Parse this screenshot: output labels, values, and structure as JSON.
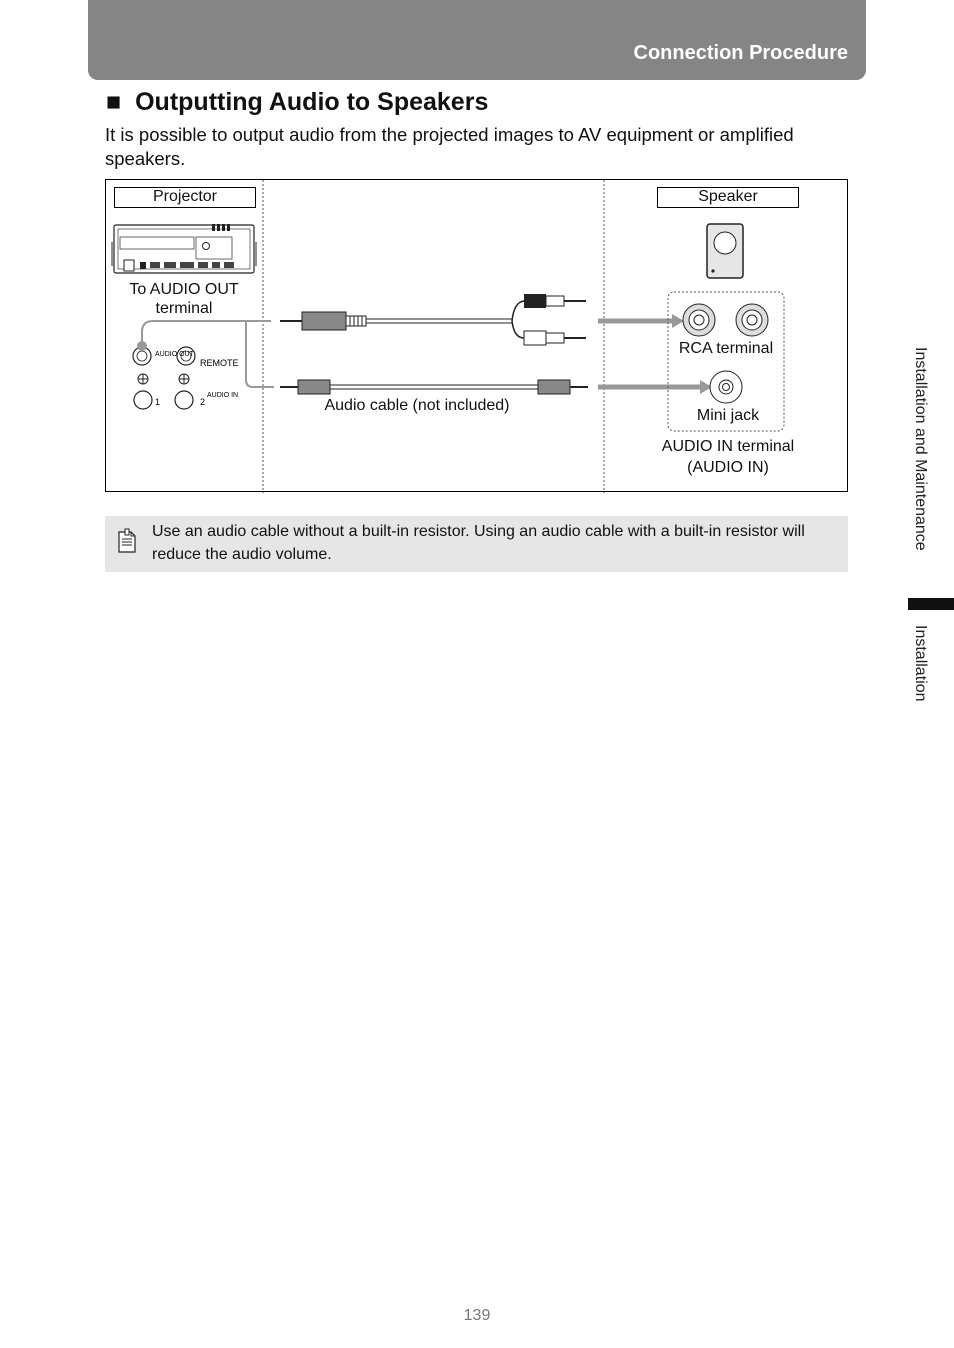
{
  "header": {
    "title": "Connection Procedure"
  },
  "section": {
    "bullet": "■",
    "title": "Outputting Audio to Speakers",
    "intro": "It is possible to output audio from the projected images to AV equipment or amplified speakers."
  },
  "figure": {
    "projector_label": "Projector",
    "speaker_label": "Speaker",
    "audio_out_label": "To AUDIO OUT terminal",
    "rca_label": "RCA terminal",
    "mini_jack_label": "Mini jack",
    "cable_label": "Audio cable (not included)",
    "audio_in_terminal": "AUDIO IN terminal",
    "audio_in_sub": "(AUDIO IN)",
    "panel_audio_out": "AUDIO OUT",
    "panel_remote": "REMOTE",
    "panel_audio_in": "AUDIO IN",
    "panel_num_1": "1",
    "panel_num_2": "2"
  },
  "note": {
    "text": "Use an audio cable without a built-in resistor. Using an audio cable with a built-in resistor will reduce the audio volume."
  },
  "side_tabs": {
    "chapter": "Installation and Maintenance",
    "section": "Installation"
  },
  "page_number": "139"
}
